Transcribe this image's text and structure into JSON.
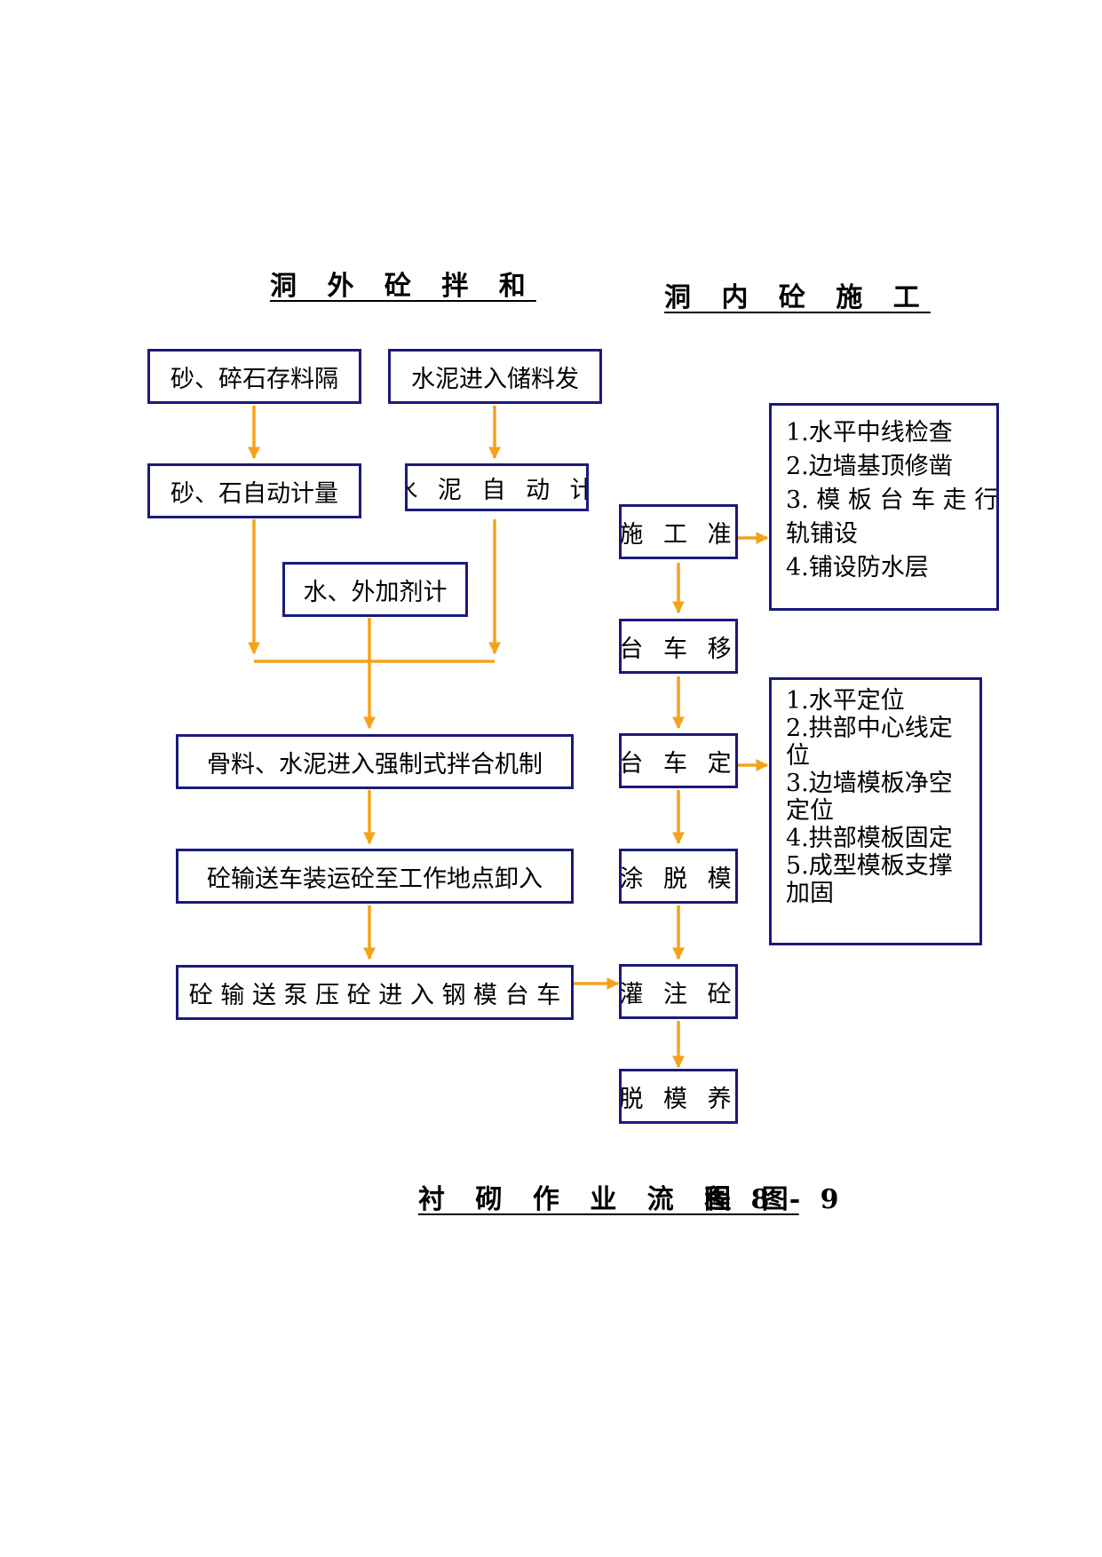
{
  "headings": {
    "left": "洞 外 砼 拌 和",
    "right": "洞 内 砼 施 工"
  },
  "left_flow": {
    "sand_stone_storage": "砂、碎石存料隔",
    "cement_storage": "水泥进入储料发",
    "sand_stone_metering": "砂、石自动计量",
    "cement_metering": "水 泥 自 动 计",
    "water_admixture_metering": "水、外加剂计",
    "forced_mixing": "骨料、水泥进入强制式拌合机制",
    "transport_unload": "砼输送车装运砼至工作地点卸入",
    "pump_into_formwork": "砼 输 送 泵 压 砼 进 入 钢 模 台 车"
  },
  "right_flow": {
    "preparation": "施 工 准",
    "trolley_move": "台 车 移",
    "trolley_position": "台 车 定",
    "release_agent": "涂 脱 模",
    "pour_concrete": "灌 注 砼",
    "demold_cure": "脱 模 养"
  },
  "notes": {
    "preparation_items": [
      "1.水平中线检查",
      "2.边墙基顶修凿",
      "3. 模 板 台 车 走 行",
      "轨铺设",
      "4.铺设防水层"
    ],
    "positioning_items": [
      "1.水平定位",
      "2.拱部中心线定",
      "位",
      "3.边墙模板净空",
      "定位",
      "4.拱部模板固定",
      "5.成型模板支撑",
      "加固"
    ]
  },
  "caption": {
    "title": "衬 砌 作 业 流 程 图",
    "figure_number": "图 8 - 9"
  },
  "colors": {
    "box_border": "#1a1a7a",
    "arrow": "#f5a21b",
    "text": "#000000"
  }
}
